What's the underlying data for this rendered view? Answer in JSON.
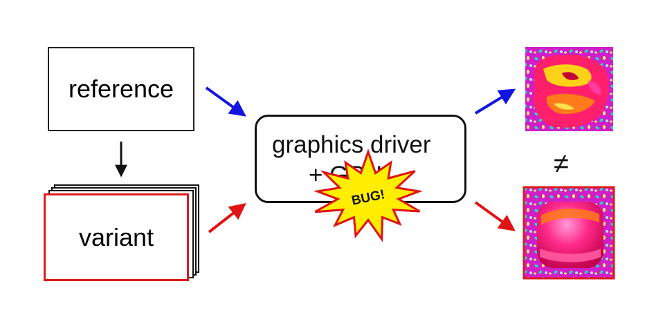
{
  "nodes": {
    "reference": {
      "label": "reference"
    },
    "variant": {
      "label": "variant"
    },
    "driver": {
      "title": "graphics driver",
      "subtitle": "+ GPU"
    },
    "bug": {
      "label": "BUG!"
    },
    "comparison": {
      "symbol": "≠"
    }
  },
  "colors": {
    "reference_path": "#1414e0",
    "variant_path": "#e01414",
    "variant_border": "#dd1c1c",
    "bug_fill": "#ffee00",
    "bug_outline": "#e01414",
    "render_background": "#d21ec8",
    "render_speckle": "#2ad6b8",
    "render_body": "#ff1f6a"
  },
  "icons": {
    "reference_render": "distorted-magenta-shape-image",
    "variant_render": "rounded-magenta-cube-image"
  }
}
